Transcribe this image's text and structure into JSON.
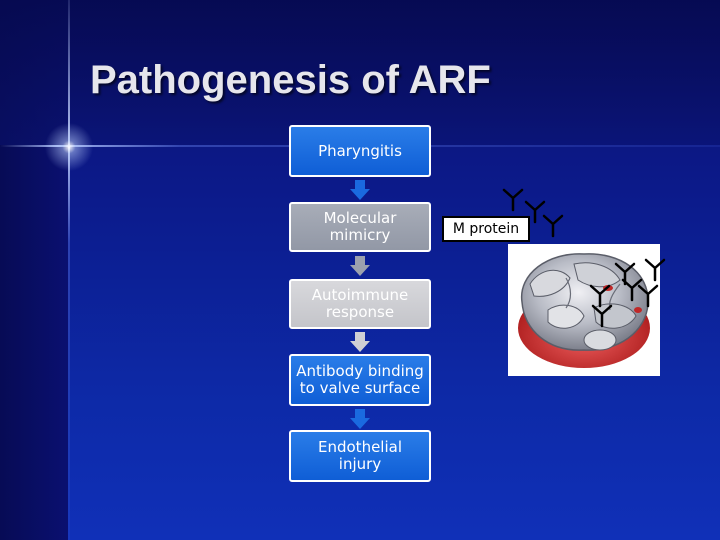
{
  "slide": {
    "title": "Pathogenesis of ARF"
  },
  "flow": {
    "steps": [
      {
        "label": "Pharyngitis",
        "color": "#1a6ae0"
      },
      {
        "label": "Molecular\nmimicry",
        "color": "#9ca1ae"
      },
      {
        "label": "Autoimmune\nresponse",
        "color": "#cfd0d4"
      },
      {
        "label": "Antibody binding\nto valve surface",
        "color": "#1a6ae0"
      },
      {
        "label": "Endothelial\ninjury",
        "color": "#1a6ae0"
      }
    ],
    "arrow_colors": [
      "#1a6ae0",
      "#9ca1ae",
      "#cfd0d4",
      "#1a6ae0"
    ]
  },
  "callout": {
    "label": "M protein"
  },
  "image": {
    "subject": "heart-valve-illustration"
  }
}
